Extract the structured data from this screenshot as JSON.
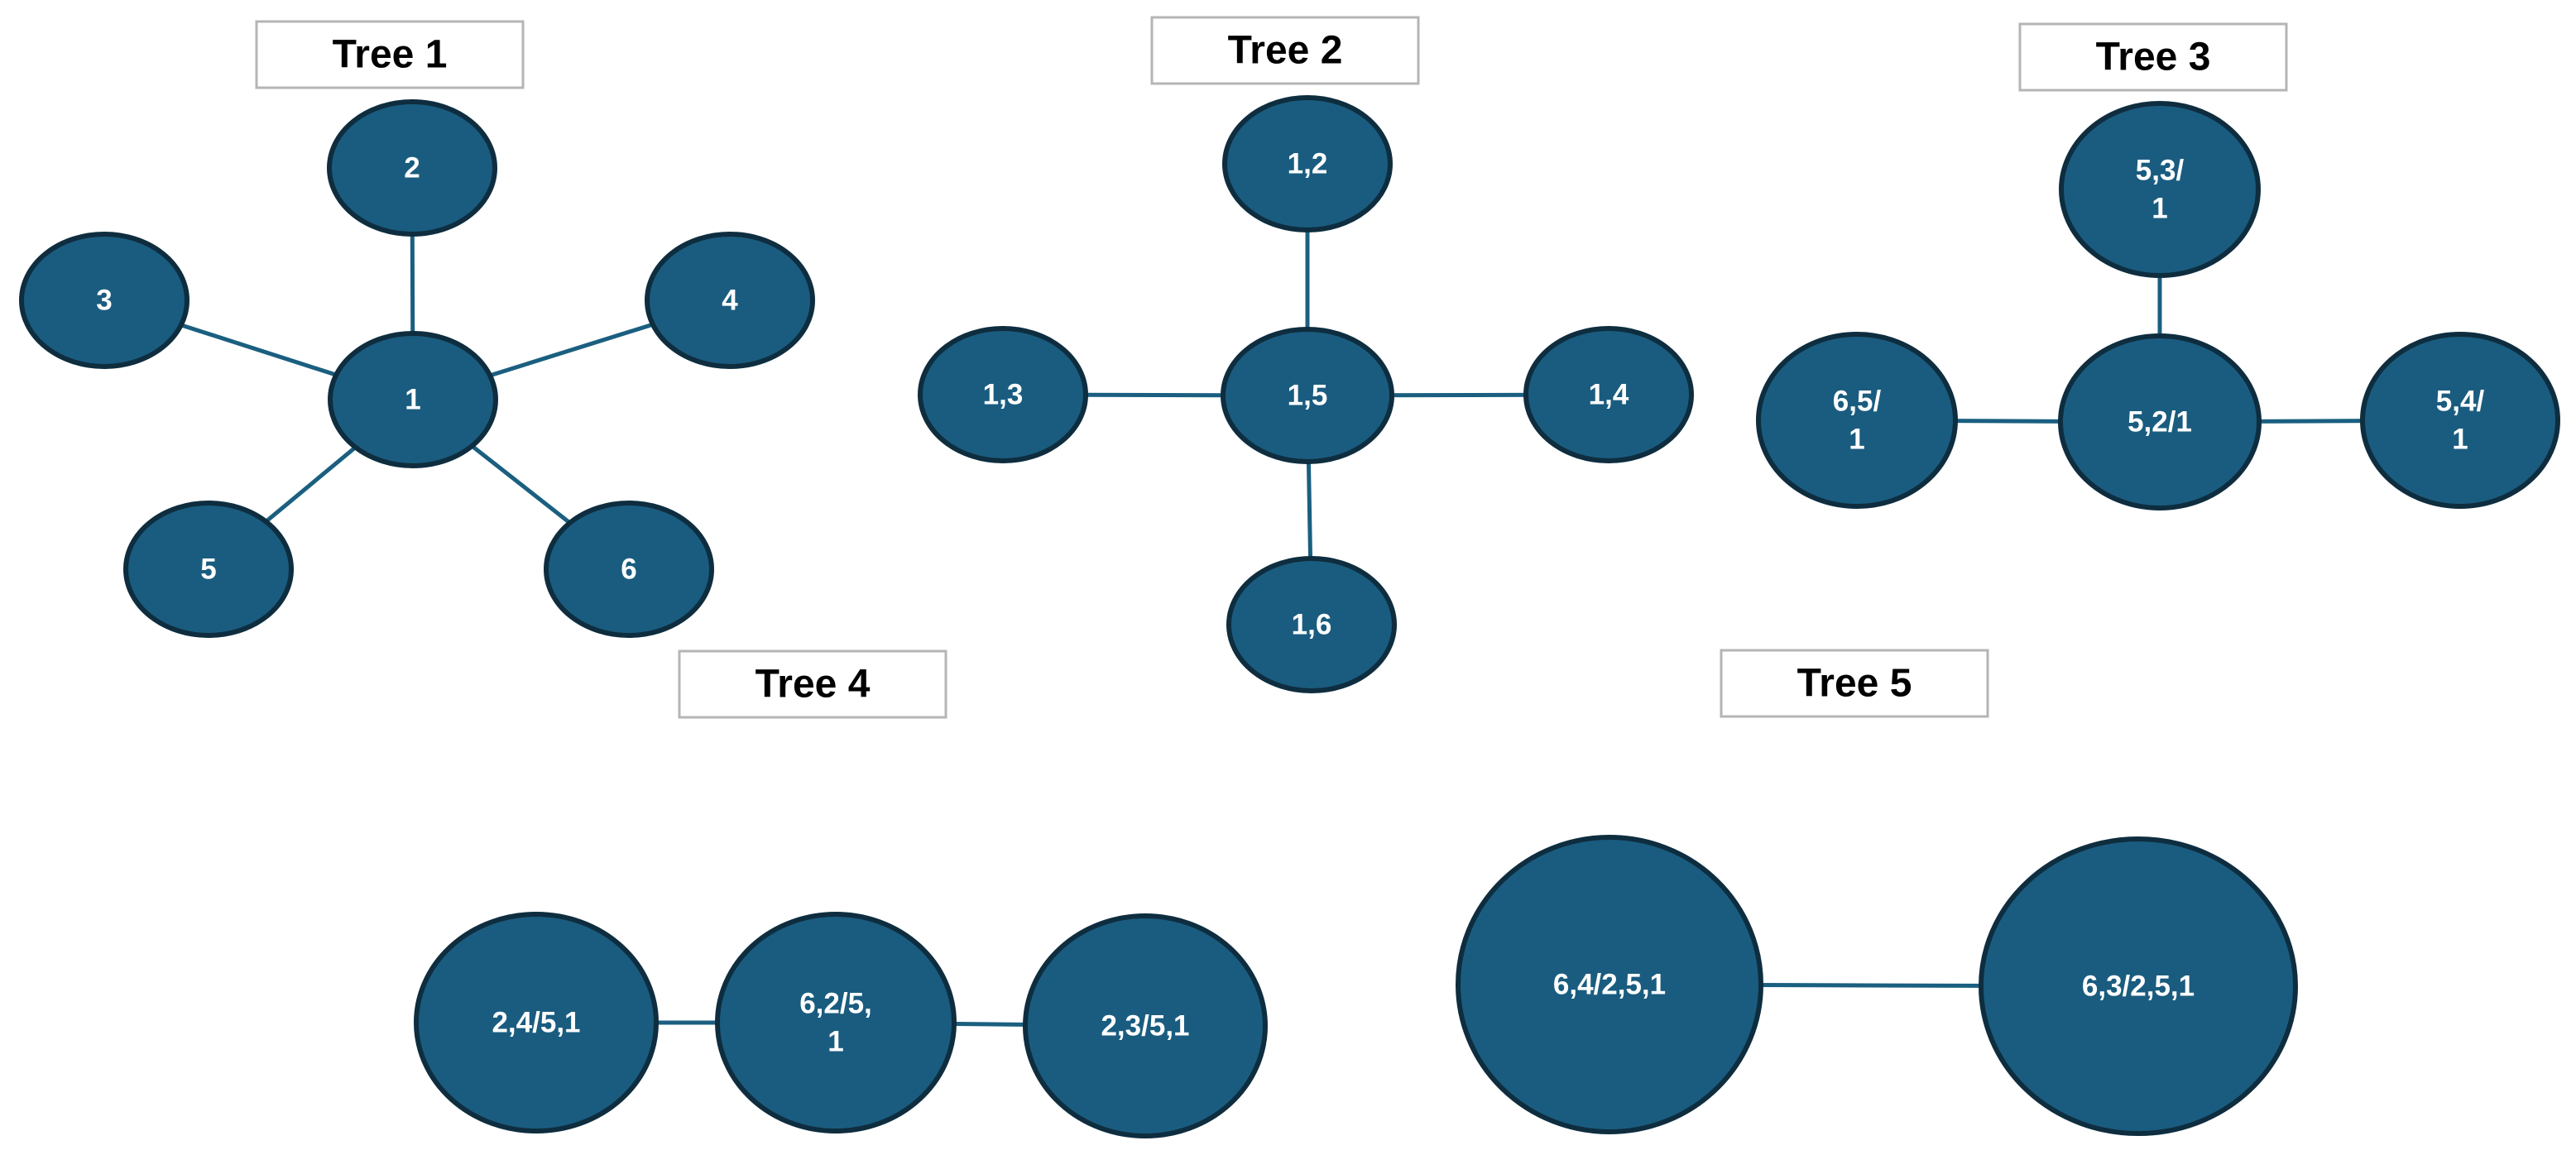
{
  "colors": {
    "node_fill": "#1a5c7f",
    "node_stroke": "#0e2d3f",
    "edge": "#1a5f80",
    "label": "#ffffff",
    "title_text": "#000000",
    "title_border": "#b5b5b5"
  },
  "trees": [
    {
      "title": "Tree 1",
      "nodes": [
        {
          "id": "t1-1",
          "label": [
            "1"
          ]
        },
        {
          "id": "t1-2",
          "label": [
            "2"
          ]
        },
        {
          "id": "t1-3",
          "label": [
            "3"
          ]
        },
        {
          "id": "t1-4",
          "label": [
            "4"
          ]
        },
        {
          "id": "t1-5",
          "label": [
            "5"
          ]
        },
        {
          "id": "t1-6",
          "label": [
            "6"
          ]
        }
      ],
      "edges": [
        [
          "t1-1",
          "t1-2"
        ],
        [
          "t1-1",
          "t1-3"
        ],
        [
          "t1-1",
          "t1-4"
        ],
        [
          "t1-1",
          "t1-5"
        ],
        [
          "t1-1",
          "t1-6"
        ]
      ]
    },
    {
      "title": "Tree 2",
      "nodes": [
        {
          "id": "t2-15",
          "label": [
            "1,5"
          ]
        },
        {
          "id": "t2-12",
          "label": [
            "1,2"
          ]
        },
        {
          "id": "t2-13",
          "label": [
            "1,3"
          ]
        },
        {
          "id": "t2-14",
          "label": [
            "1,4"
          ]
        },
        {
          "id": "t2-16",
          "label": [
            "1,6"
          ]
        }
      ],
      "edges": [
        [
          "t2-15",
          "t2-12"
        ],
        [
          "t2-15",
          "t2-13"
        ],
        [
          "t2-15",
          "t2-14"
        ],
        [
          "t2-15",
          "t2-16"
        ]
      ]
    },
    {
      "title": "Tree 3",
      "nodes": [
        {
          "id": "t3-521",
          "label": [
            "5,2/1"
          ]
        },
        {
          "id": "t3-531",
          "label": [
            "5,3/",
            "1"
          ]
        },
        {
          "id": "t3-651",
          "label": [
            "6,5/",
            "1"
          ]
        },
        {
          "id": "t3-541",
          "label": [
            "5,4/",
            "1"
          ]
        }
      ],
      "edges": [
        [
          "t3-521",
          "t3-531"
        ],
        [
          "t3-521",
          "t3-651"
        ],
        [
          "t3-521",
          "t3-541"
        ]
      ]
    },
    {
      "title": "Tree 4",
      "nodes": [
        {
          "id": "t4-a",
          "label": [
            "2,4/5,1"
          ]
        },
        {
          "id": "t4-b",
          "label": [
            "6,2/5,",
            "1"
          ]
        },
        {
          "id": "t4-c",
          "label": [
            "2,3/5,1"
          ]
        }
      ],
      "edges": [
        [
          "t4-a",
          "t4-b"
        ],
        [
          "t4-b",
          "t4-c"
        ]
      ]
    },
    {
      "title": "Tree 5",
      "nodes": [
        {
          "id": "t5-a",
          "label": [
            "6,4/2,5,1"
          ]
        },
        {
          "id": "t5-b",
          "label": [
            "6,3/2,5,1"
          ]
        }
      ],
      "edges": [
        [
          "t5-a",
          "t5-b"
        ]
      ]
    }
  ]
}
